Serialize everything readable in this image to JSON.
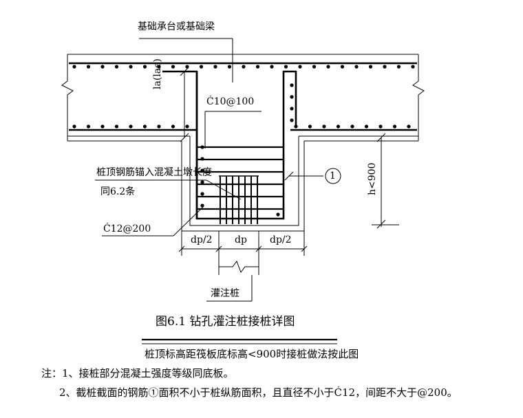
{
  "labels": {
    "cap_beam": "基础承台或基础梁",
    "stirrup": "Ć10@100",
    "anchor_len": "la(lae)",
    "anchor_note_1": "桩顶钢筋锚入混凝土墩长度",
    "anchor_note_2": "同6.2条",
    "bottom_bar": "Ć12@200",
    "bar_mark": "1",
    "height_limit": "h<900",
    "dim_half_left": "dp/2",
    "dim_dp": "dp",
    "dim_half_right": "dp/2",
    "pile": "灌注桩"
  },
  "caption": {
    "title": "图6.1  钻孔灌注桩接桩详图",
    "subtitle": "桩顶标高距筏板底标高<900时接桩做法按此图"
  },
  "notes": {
    "line1": "注：1、接桩部分混凝土强度等级同底板。",
    "line2": "2、截桩截面的钢筋①面积不小于桩纵筋面积，且直径不小于Ć12，间距不大于@200。"
  }
}
